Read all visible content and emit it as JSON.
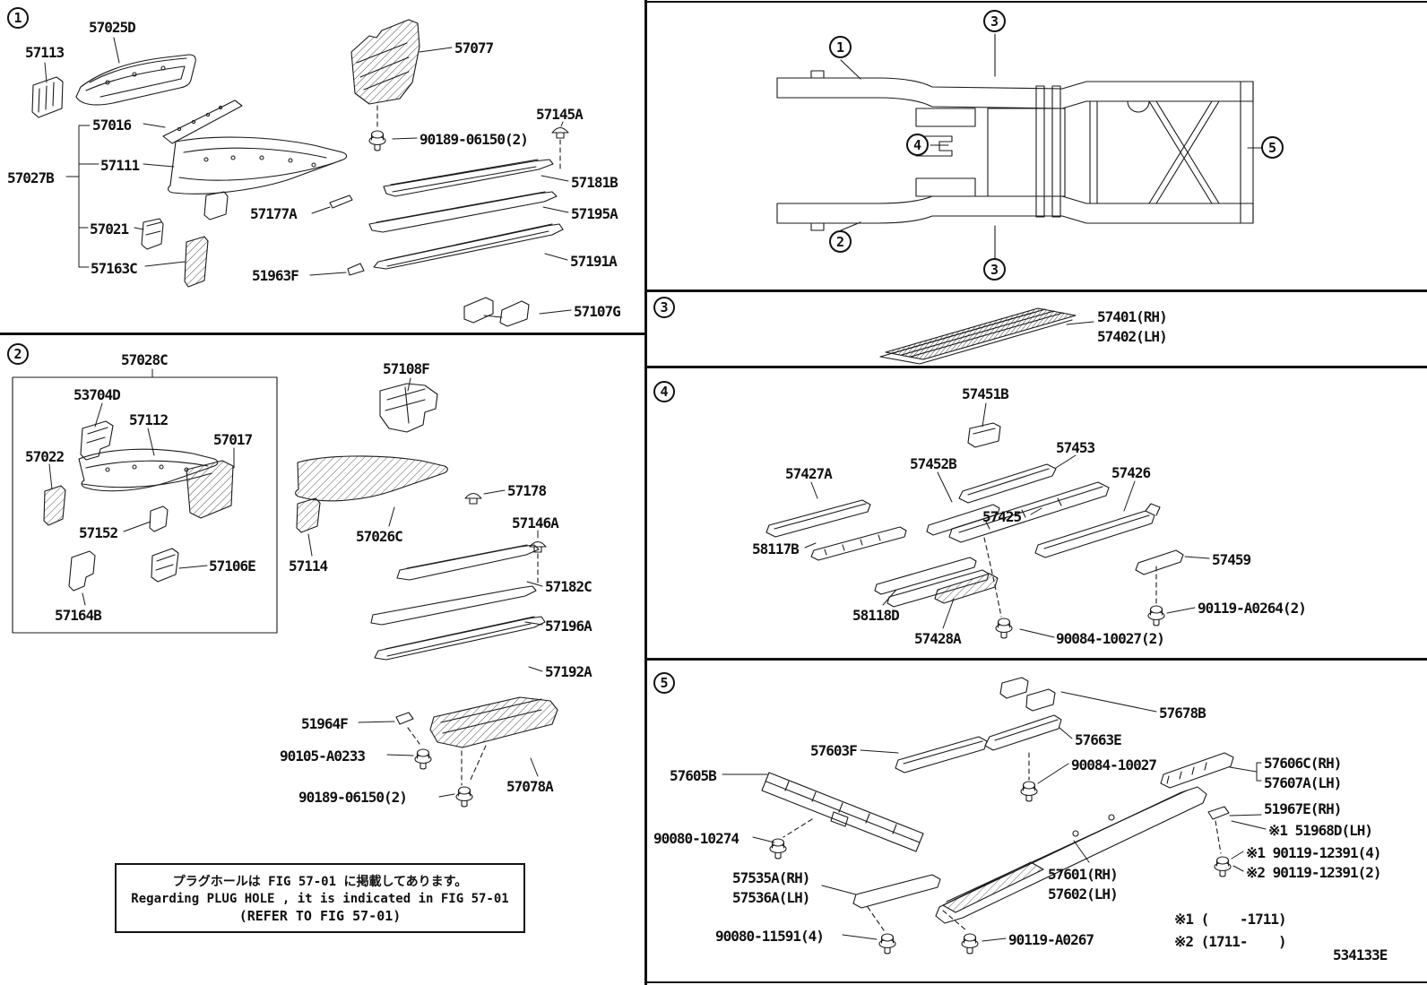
{
  "meta": {
    "drawing_code": "534133E"
  },
  "badges": {
    "b1": "1",
    "b2": "2",
    "b3": "3",
    "b4": "4",
    "b5": "5"
  },
  "callouts": {
    "c1": "1",
    "c2": "2",
    "c3_top": "3",
    "c3_bottom": "3",
    "c4": "4",
    "c5": "5"
  },
  "section1": {
    "k57113": "57113",
    "k57025D": "57025D",
    "k57077": "57077",
    "k57016": "57016",
    "k57027B": "57027B",
    "k57111": "57111",
    "k90189": "90189-06150(2)",
    "k57145A": "57145A",
    "k57181B": "57181B",
    "k57177A": "57177A",
    "k57195A": "57195A",
    "k57021": "57021",
    "k57163C": "57163C",
    "k51963F": "51963F",
    "k57191A": "57191A",
    "k57107G": "57107G"
  },
  "section2": {
    "k57028C": "57028C",
    "k57108F": "57108F",
    "k53704D": "53704D",
    "k57112": "57112",
    "k57017": "57017",
    "k57022": "57022",
    "k57178": "57178",
    "k57152": "57152",
    "k57026C": "57026C",
    "k57146A": "57146A",
    "k57106E": "57106E",
    "k57114": "57114",
    "k57164B": "57164B",
    "k57182C": "57182C",
    "k57196A": "57196A",
    "k57192A": "57192A",
    "k51964F": "51964F",
    "k90105": "90105-A0233",
    "k57078A": "57078A",
    "k90189": "90189-06150(2)"
  },
  "section3": {
    "k57401": "57401(RH)",
    "k57402": "57402(LH)"
  },
  "section4": {
    "k57451B": "57451B",
    "k57427A": "57427A",
    "k57452B": "57452B",
    "k57453": "57453",
    "k57426": "57426",
    "k57425": "57425",
    "k58117B": "58117B",
    "k57459": "57459",
    "k58118D": "58118D",
    "k57428A": "57428A",
    "k90084": "90084-10027(2)",
    "k90119A0264": "90119-A0264(2)"
  },
  "section5": {
    "k57678B": "57678B",
    "k57663E": "57663E",
    "k57603F": "57603F",
    "k90084": "90084-10027",
    "k57605B": "57605B",
    "k57606C": "57606C(RH)",
    "k57607A": "57607A(LH)",
    "k51967E": "51967E(RH)",
    "k51968D": "※1 51968D(LH)",
    "k12391_4": "※1 90119-12391(4)",
    "k12391_2": "※2 90119-12391(2)",
    "k90080_10274": "90080-10274",
    "k57535A": "57535A(RH)",
    "k57536A": "57536A(LH)",
    "k57601": "57601(RH)",
    "k57602": "57602(LH)",
    "k90080_11591": "90080-11591(4)",
    "k90119A0267": "90119-A0267",
    "kdate1": "※1 (    -1711)",
    "kdate2": "※2 (1711-    )"
  },
  "note_box": {
    "jp": "プラグホールは FIG 57-01 に掲載してあります。",
    "en": "Regarding PLUG HOLE , it is indicated in FIG 57-01",
    "ref": "(REFER TO FIG 57-01)"
  }
}
